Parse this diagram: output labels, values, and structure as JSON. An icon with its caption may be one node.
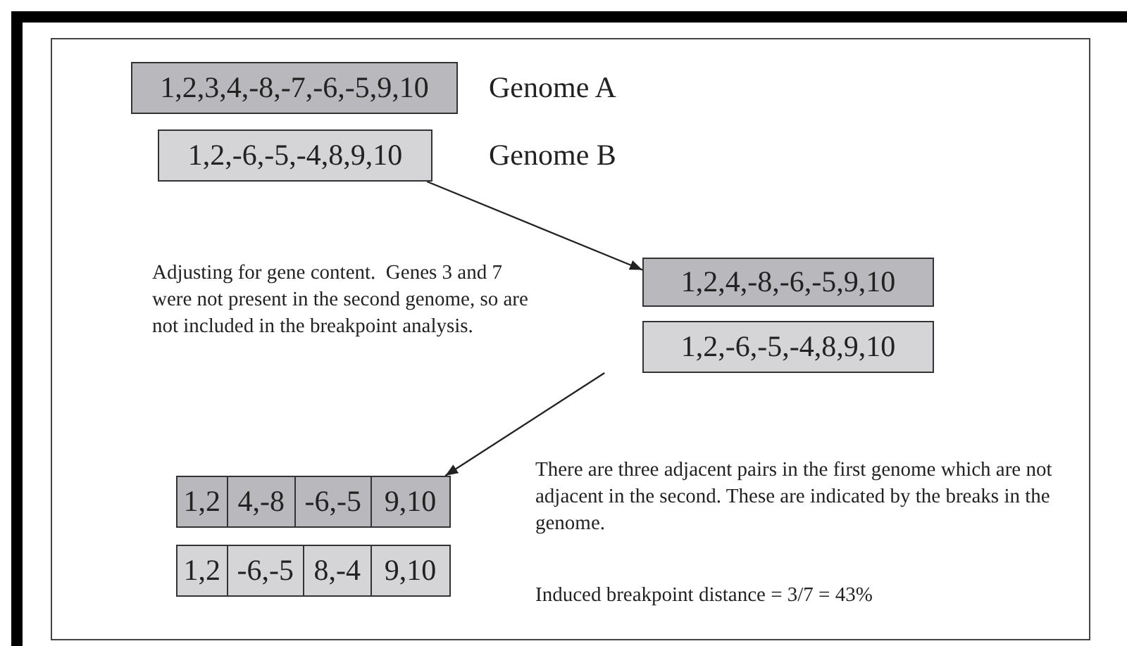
{
  "diagram": {
    "nodes": [
      {
        "text": [
          "1,2,3,4,-8,-7,-6,-5,9,10"
        ],
        "beside": [
          "Genome A"
        ]
      },
      {
        "text": [
          "1,2,-6,-5,-4,8,9,10"
        ],
        "beside": [
          "Genome B"
        ]
      },
      {
        "text": [
          "1,2,4,-8,-6,-5,9,10"
        ]
      },
      {
        "text": [
          "1,2,-6,-5,-4,8,9,10"
        ]
      },
      {
        "text": [
          "1,2",
          "4,-8",
          "-6,-5",
          "9,10"
        ]
      },
      {
        "text": [
          "1,2",
          "-6,-5",
          "8,-4",
          "9,10"
        ]
      }
    ],
    "edges": [
      {
        "from": 1,
        "to": 2,
        "arrow": "to"
      },
      {
        "from": 3,
        "to": 4,
        "arrow": "to"
      }
    ],
    "labels": [
      "Adjusting for gene content.  Genes 3 and 7 were not present in the second genome, so are not included in the breakpoint analysis.",
      "There are three adjacent pairs in the first genome which are not adjacent in the second. These are indicated by the breaks in the genome.",
      "Induced breakpoint distance = 3/7 = 43%"
    ]
  }
}
